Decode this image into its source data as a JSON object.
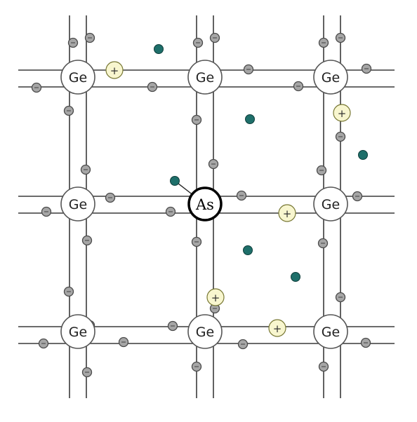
{
  "lattice": {
    "host_element": "Ge",
    "dopant_element": "As",
    "atoms": [
      {
        "label": "Ge"
      },
      {
        "label": "Ge"
      },
      {
        "label": "Ge"
      },
      {
        "label": "Ge"
      },
      {
        "label": "As",
        "dopant": true
      },
      {
        "label": "Ge"
      },
      {
        "label": "Ge"
      },
      {
        "label": "Ge"
      },
      {
        "label": "Ge"
      }
    ]
  },
  "hole_symbol": "+",
  "colors": {
    "bond": "#3a3a3a",
    "bound_electron": "#a6a6a6",
    "free_electron": "#1e6f6a",
    "hole": "#f8f6cf"
  }
}
